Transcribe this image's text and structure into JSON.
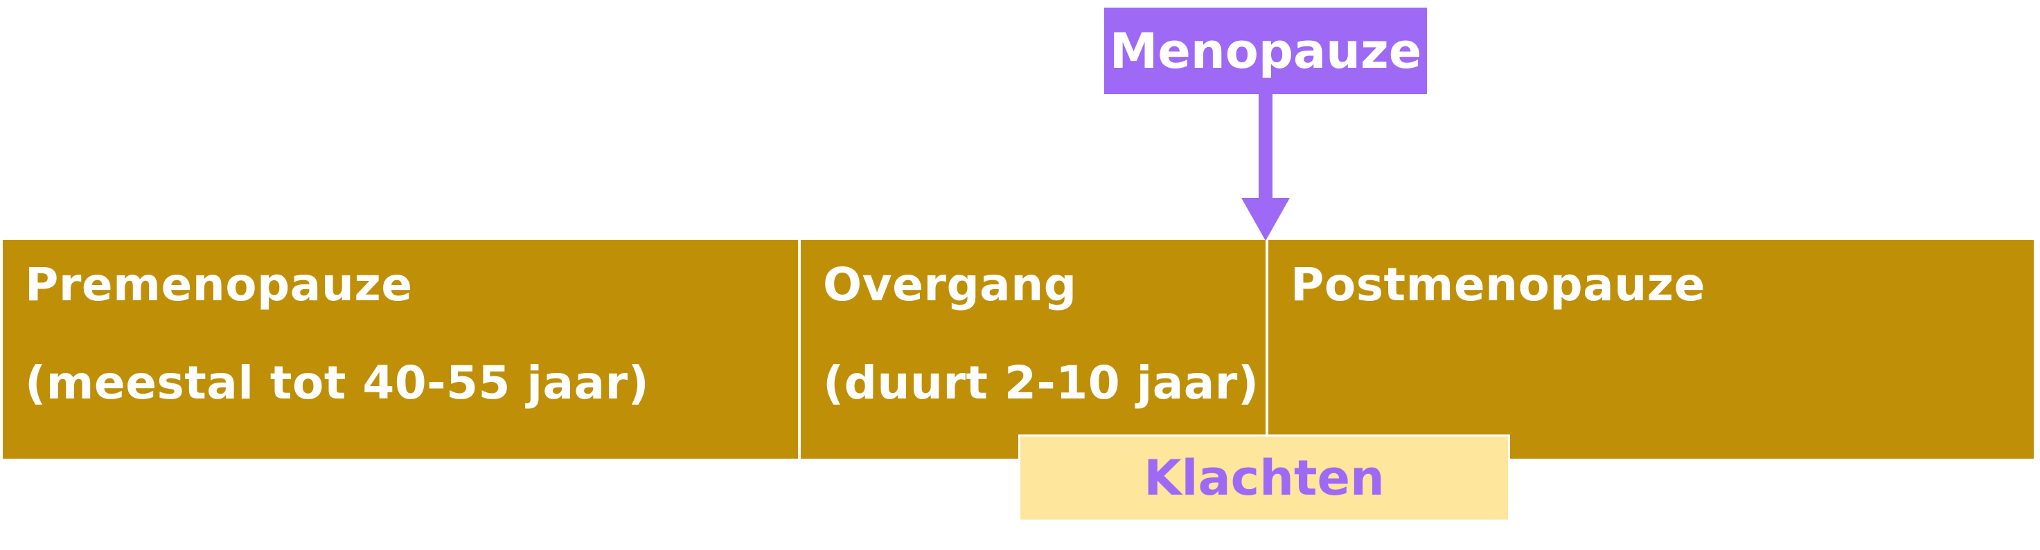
{
  "diagram": {
    "phases": [
      {
        "title": "Premenopauze",
        "subtitle": "(meestal tot 40-55 jaar)"
      },
      {
        "title": "Overgang",
        "subtitle": "(duurt 2-10 jaar)"
      },
      {
        "title": "Postmenopauze",
        "subtitle": ""
      }
    ],
    "marker": {
      "label": "Menopauze"
    },
    "symptoms": {
      "label": "Klachten"
    }
  },
  "colors": {
    "phase_fill": "#BF8F07",
    "marker_fill": "#9E69F5",
    "symptoms_fill": "#FFE69D",
    "symptoms_text": "#9E69F5"
  }
}
